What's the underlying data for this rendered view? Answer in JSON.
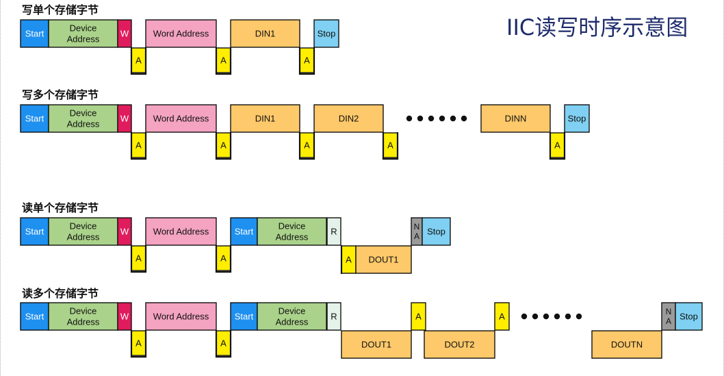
{
  "title": "IIC读写时序示意图",
  "colors": {
    "start": "#1e90f0",
    "device": "#aad28a",
    "w": "#e01c5c",
    "word": "#f4a3c0",
    "data": "#fec96a",
    "ack": "#ffee00",
    "stop": "#7fd0f2",
    "r": "#e4f2ea",
    "na": "#9a9a9a",
    "line": "#111111"
  },
  "sections": [
    {
      "label": "写单个存储字节",
      "row_top": [
        {
          "kind": "start",
          "text": "Start"
        },
        {
          "kind": "device",
          "text": "Device\nAddress"
        },
        {
          "kind": "w",
          "text": "W"
        },
        {
          "kind": "word",
          "text": "Word Address"
        },
        {
          "kind": "data",
          "text": "DIN1"
        },
        {
          "kind": "stop",
          "text": "Stop"
        }
      ],
      "row_bottom": [
        "A",
        "A",
        "A"
      ]
    },
    {
      "label": "写多个存储字节",
      "row_top": [
        {
          "kind": "start",
          "text": "Start"
        },
        {
          "kind": "device",
          "text": "Device\nAddress"
        },
        {
          "kind": "w",
          "text": "W"
        },
        {
          "kind": "word",
          "text": "Word Address"
        },
        {
          "kind": "data",
          "text": "DIN1"
        },
        {
          "kind": "data",
          "text": "DIN2"
        },
        {
          "kind": "data",
          "text": "DINN"
        },
        {
          "kind": "stop",
          "text": "Stop"
        }
      ],
      "row_bottom": [
        "A",
        "A",
        "A",
        "A",
        "A"
      ]
    },
    {
      "label": "读单个存储字节",
      "row_top": [
        {
          "kind": "start",
          "text": "Start"
        },
        {
          "kind": "device",
          "text": "Device\nAddress"
        },
        {
          "kind": "w",
          "text": "W"
        },
        {
          "kind": "word",
          "text": "Word Address"
        },
        {
          "kind": "start",
          "text": "Start"
        },
        {
          "kind": "device",
          "text": "Device\nAddress"
        },
        {
          "kind": "r",
          "text": "R"
        },
        {
          "kind": "na",
          "text": "N\nA"
        },
        {
          "kind": "stop",
          "text": "Stop"
        }
      ],
      "row_bottom": [
        "A",
        "A",
        "A",
        "DOUT1"
      ]
    },
    {
      "label": "读多个存储字节",
      "row_top": [
        {
          "kind": "start",
          "text": "Start"
        },
        {
          "kind": "device",
          "text": "Device\nAddress"
        },
        {
          "kind": "w",
          "text": "W"
        },
        {
          "kind": "word",
          "text": "Word Address"
        },
        {
          "kind": "start",
          "text": "Start"
        },
        {
          "kind": "device",
          "text": "Device\nAddress"
        },
        {
          "kind": "r",
          "text": "R"
        },
        {
          "kind": "ack",
          "text": "A"
        },
        {
          "kind": "ack",
          "text": "A"
        },
        {
          "kind": "na",
          "text": "N\nA"
        },
        {
          "kind": "stop",
          "text": "Stop"
        }
      ],
      "row_bottom": [
        "A",
        "A",
        "DOUT1",
        "DOUT2",
        "DOUTN"
      ]
    }
  ],
  "ellipsis": "••••••"
}
